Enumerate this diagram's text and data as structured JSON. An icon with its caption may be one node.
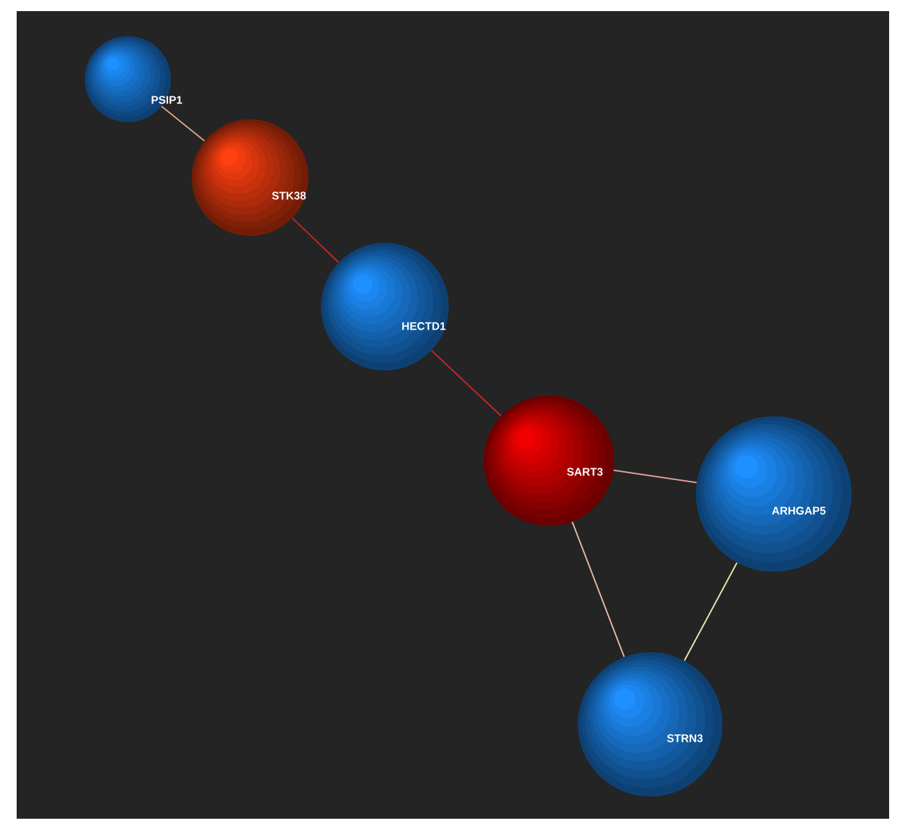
{
  "diagram": {
    "nodes": [
      {
        "text": [
          "PSIP1"
        ]
      },
      {
        "text": [
          "STK38"
        ]
      },
      {
        "text": [
          "HECTD1"
        ]
      },
      {
        "text": [
          "SART3"
        ]
      },
      {
        "text": [
          "ARHGAP5"
        ]
      },
      {
        "text": [
          "STRN3"
        ]
      }
    ],
    "edges": [
      {
        "from": 0,
        "to": 1,
        "arrow": "none",
        "color": "#d8a888"
      },
      {
        "from": 1,
        "to": 2,
        "arrow": "none",
        "color": "#c02828"
      },
      {
        "from": 2,
        "to": 3,
        "arrow": "none",
        "color": "#c02828"
      },
      {
        "from": 3,
        "to": 4,
        "arrow": "none",
        "color": "#e0a0a0"
      },
      {
        "from": 3,
        "to": 5,
        "arrow": "none",
        "color": "#e8b8a0"
      },
      {
        "from": 4,
        "to": 5,
        "arrow": "none",
        "color": "#e8e8b0"
      }
    ]
  }
}
